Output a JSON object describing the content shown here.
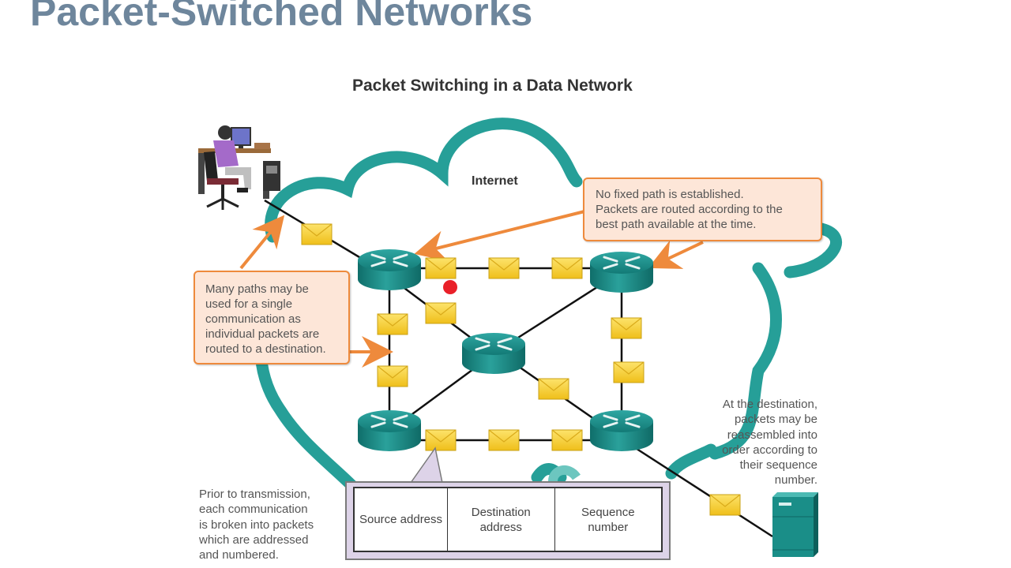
{
  "slide": {
    "title": "Packet-Switched Networks"
  },
  "diagram": {
    "title": "Packet Switching in a Data Network",
    "cloud_label": "Internet",
    "colors": {
      "cloud": "#1a9a92",
      "router": "#1b8c88",
      "packet": "#f5cc2c",
      "callout_border": "#ee8a3c",
      "callout_fill": "#fde6d8",
      "arrow": "#ee8a3c",
      "pointer_dot": "#e8141e"
    },
    "callouts": {
      "no_fixed_path": [
        "No fixed path is established.",
        "Packets are routed according to the",
        "best path available at the time."
      ],
      "many_paths": [
        "Many paths may be",
        "used for a single",
        "communication as",
        "individual packets are",
        "routed to a destination."
      ]
    },
    "notes": {
      "destination": [
        "At the destination,",
        "packets may be",
        "reassembled into",
        "order according to",
        "their sequence",
        "number."
      ],
      "prior": [
        "Prior to transmission,",
        "each communication",
        "is broken into packets",
        "which are addressed",
        "and numbered."
      ]
    },
    "packet_format": {
      "fields": [
        [
          "Source address"
        ],
        [
          "Destination",
          "address"
        ],
        [
          "Sequence",
          "number"
        ]
      ]
    },
    "nodes": {
      "source": "user-workstation",
      "destination": "server",
      "routers": [
        "router-top-left",
        "router-top-right",
        "router-center",
        "router-bottom-left",
        "router-bottom-right"
      ]
    },
    "links": [
      [
        "user-workstation",
        "router-top-left"
      ],
      [
        "router-top-left",
        "router-top-right"
      ],
      [
        "router-top-left",
        "router-bottom-left"
      ],
      [
        "router-top-left",
        "router-center"
      ],
      [
        "router-top-right",
        "router-center"
      ],
      [
        "router-top-right",
        "router-bottom-right"
      ],
      [
        "router-center",
        "router-bottom-left"
      ],
      [
        "router-center",
        "router-bottom-right"
      ],
      [
        "router-bottom-left",
        "router-bottom-right"
      ],
      [
        "router-bottom-right",
        "server"
      ]
    ]
  }
}
